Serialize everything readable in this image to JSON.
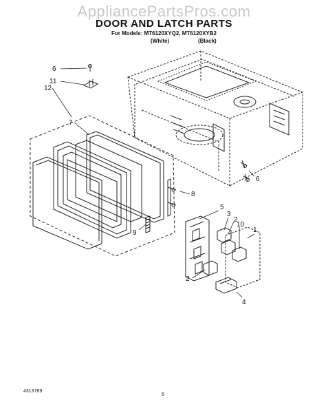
{
  "watermark": "AppliancePartsPros.com",
  "header": {
    "title": "DOOR AND LATCH PARTS",
    "models": "For Models: MT6120XYQ2, MT6120XYB2",
    "color_white": "(White)",
    "color_black": "(Black)"
  },
  "callouts": [
    "6",
    "11",
    "12",
    "7",
    "8",
    "9",
    "6",
    "5",
    "3",
    "2",
    "10",
    "1",
    "2",
    "4"
  ],
  "footer": {
    "doc_number": "4313769",
    "page_number": "5"
  }
}
